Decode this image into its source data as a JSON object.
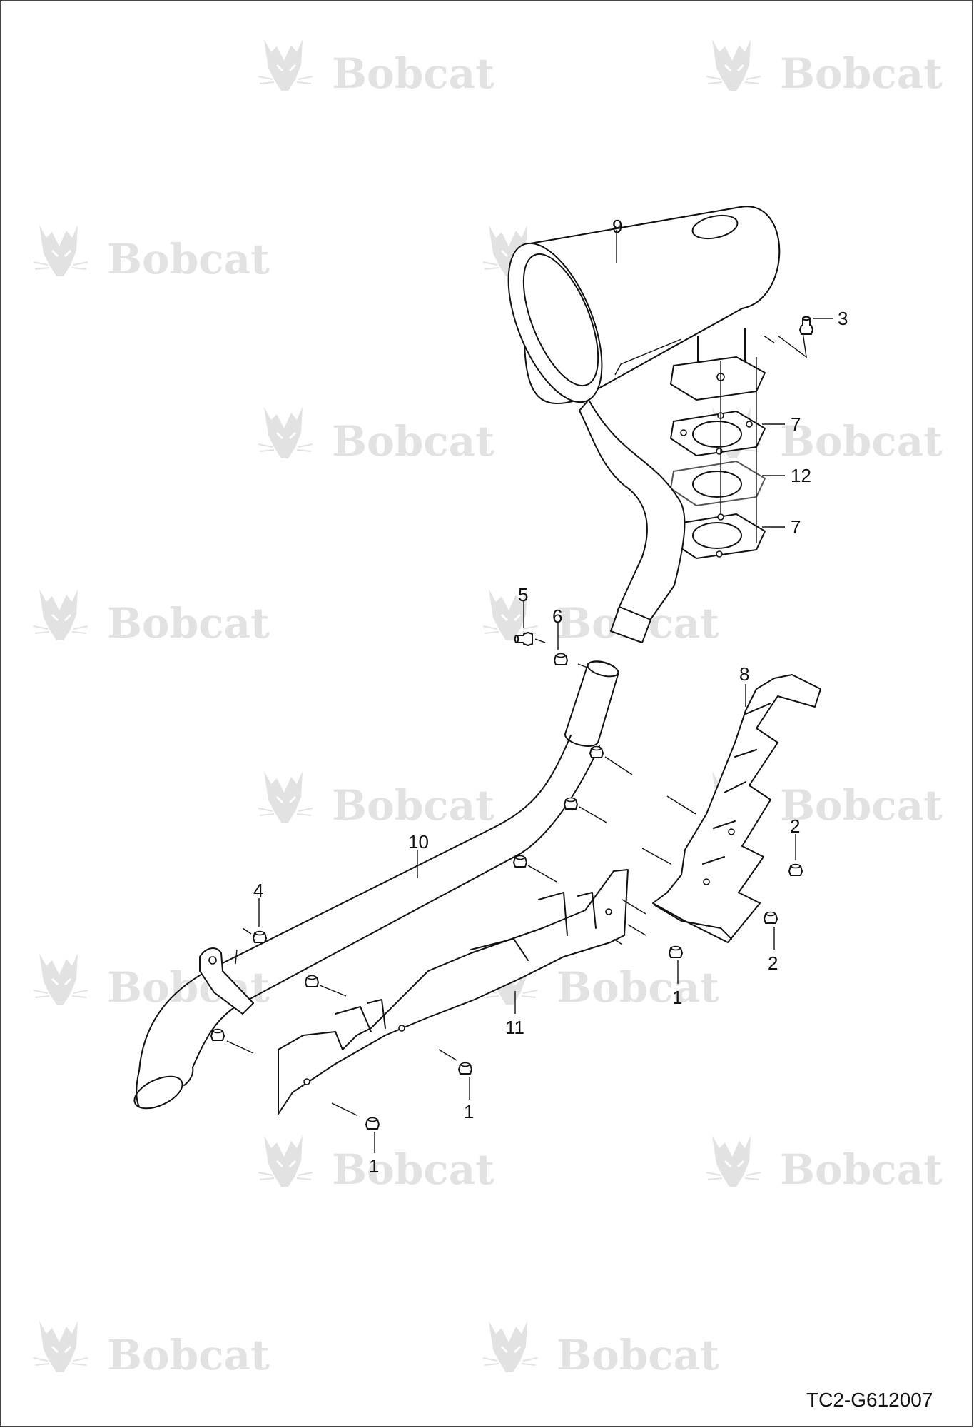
{
  "watermark": {
    "brand": "Bobcat",
    "reg": "®",
    "icon": "bobcat-logo-icon"
  },
  "drawing_code": "TC2-G612007",
  "callouts": [
    {
      "id": "c9",
      "label": "9"
    },
    {
      "id": "c3",
      "label": "3"
    },
    {
      "id": "c7a",
      "label": "7"
    },
    {
      "id": "c12",
      "label": "12"
    },
    {
      "id": "c7b",
      "label": "7"
    },
    {
      "id": "c5",
      "label": "5"
    },
    {
      "id": "c6",
      "label": "6"
    },
    {
      "id": "c8",
      "label": "8"
    },
    {
      "id": "c10",
      "label": "10"
    },
    {
      "id": "c4",
      "label": "4"
    },
    {
      "id": "c2a",
      "label": "2"
    },
    {
      "id": "c2b",
      "label": "2"
    },
    {
      "id": "c1a",
      "label": "1"
    },
    {
      "id": "c11",
      "label": "11"
    },
    {
      "id": "c1b",
      "label": "1"
    },
    {
      "id": "c1c",
      "label": "1"
    }
  ],
  "colors": {
    "line": "#111111",
    "watermark": "#e2e2e2"
  }
}
